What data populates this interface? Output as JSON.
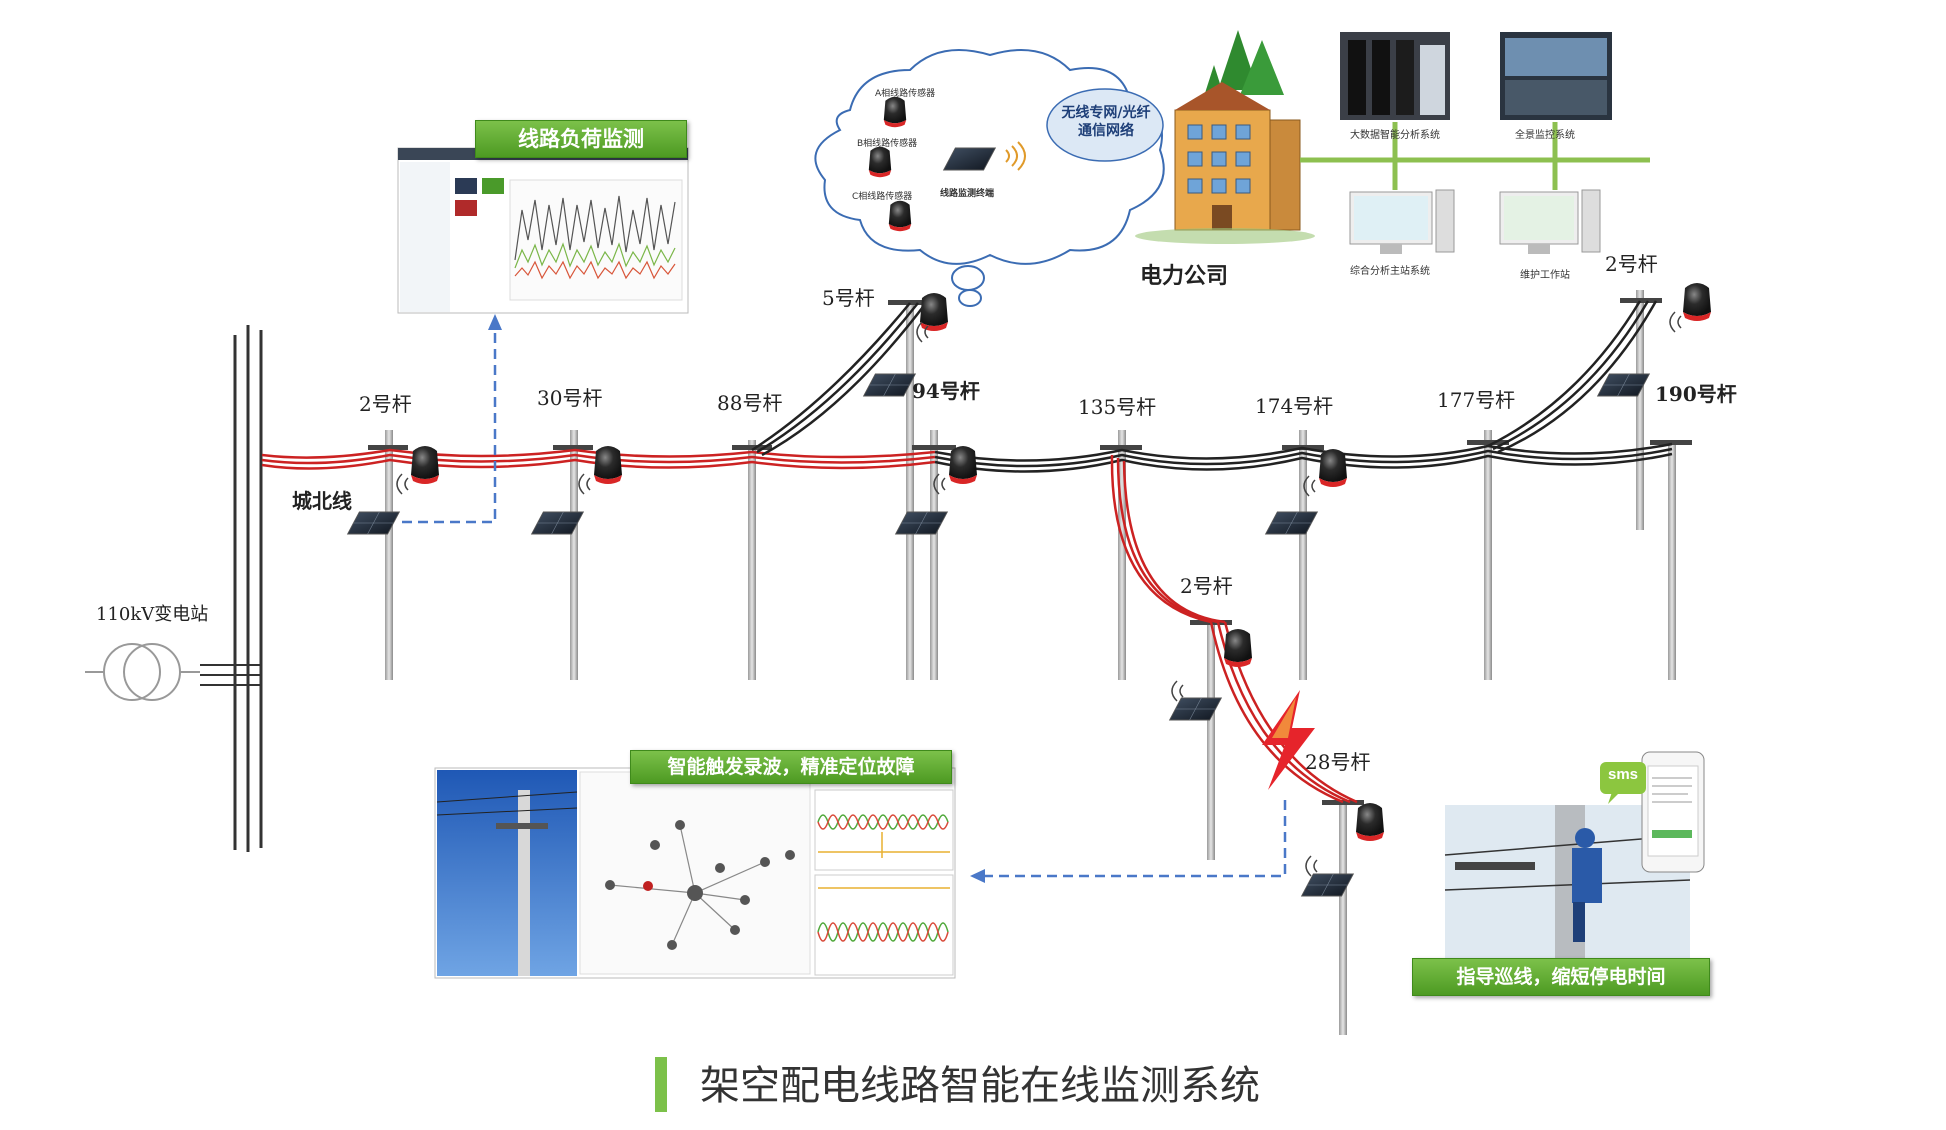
{
  "title": "架空配电线路智能在线监测系统",
  "substation": "110kV变电站",
  "line_name": "城北线",
  "poles": {
    "p2": "2号杆",
    "p30": "30号杆",
    "p88": "88号杆",
    "p94": "94号杆",
    "p135": "135号杆",
    "p174": "174号杆",
    "p177": "177号杆",
    "p190": "190号杆",
    "p5": "5号杆",
    "p2_top": "2号杆",
    "p2_branch": "2号杆",
    "p28": "28号杆"
  },
  "cloud": {
    "network": "无线专网/光纤\n通信网络",
    "sensor_a": "A相线路传感器",
    "sensor_b": "B相线路传感器",
    "sensor_c": "C相线路传感器",
    "terminal": "线路监测终端"
  },
  "company": {
    "name": "电力公司",
    "bigdata": "大数据智能分析系统",
    "panorama": "全景监控系统",
    "main_station": "综合分析主站系统",
    "workstation": "维护工作站"
  },
  "banners": {
    "load": "线路负荷监测",
    "fault": "智能触发录波，精准定位故障",
    "patrol": "指导巡线，缩短停电时间"
  },
  "sms": "sms",
  "colors": {
    "accent_green": "#6ab53a",
    "line_red": "#cc2222",
    "dash_blue": "#4a78c8"
  }
}
